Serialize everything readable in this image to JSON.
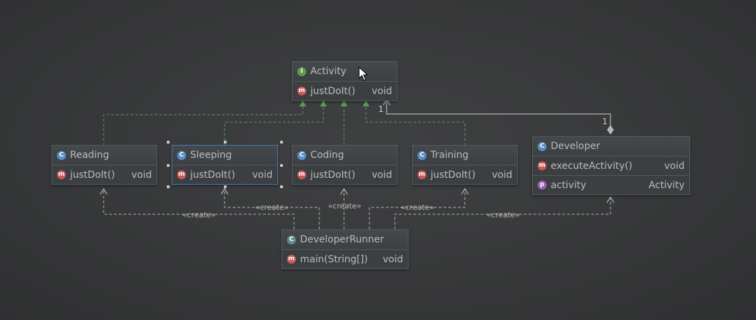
{
  "diagram": {
    "nodes": {
      "activity": {
        "name": "Activity",
        "badge": "I",
        "rows": [
          {
            "badge": "m",
            "name": "justDoIt()",
            "type": "void"
          }
        ]
      },
      "reading": {
        "name": "Reading",
        "badge": "C",
        "rows": [
          {
            "badge": "m",
            "name": "justDoIt()",
            "type": "void"
          }
        ]
      },
      "sleeping": {
        "name": "Sleeping",
        "badge": "C",
        "rows": [
          {
            "badge": "m",
            "name": "justDoIt()",
            "type": "void"
          }
        ]
      },
      "coding": {
        "name": "Coding",
        "badge": "C",
        "rows": [
          {
            "badge": "m",
            "name": "justDoIt()",
            "type": "void"
          }
        ]
      },
      "training": {
        "name": "Training",
        "badge": "C",
        "rows": [
          {
            "badge": "m",
            "name": "justDoIt()",
            "type": "void"
          }
        ]
      },
      "developer": {
        "name": "Developer",
        "badge": "C",
        "rows": [
          {
            "badge": "m",
            "name": "executeActivity()",
            "type": "void"
          },
          {
            "badge": "p",
            "name": "activity",
            "type": "Activity"
          }
        ]
      },
      "runner": {
        "name": "DeveloperRunner",
        "badge": "C",
        "rows": [
          {
            "badge": "m",
            "name": "main(String[])",
            "type": "void"
          }
        ]
      }
    },
    "edge_labels": {
      "create": "«create»",
      "mult_activity": "1",
      "mult_developer": "1"
    },
    "colors": {
      "realization": "#5f9a55",
      "dependency": "#b5b5b5",
      "association": "#b5b5b5"
    },
    "icons": {
      "interface": "interface-icon",
      "class": "class-icon",
      "method": "method-icon",
      "property": "property-icon",
      "cursor": "mouse-cursor-icon"
    }
  }
}
